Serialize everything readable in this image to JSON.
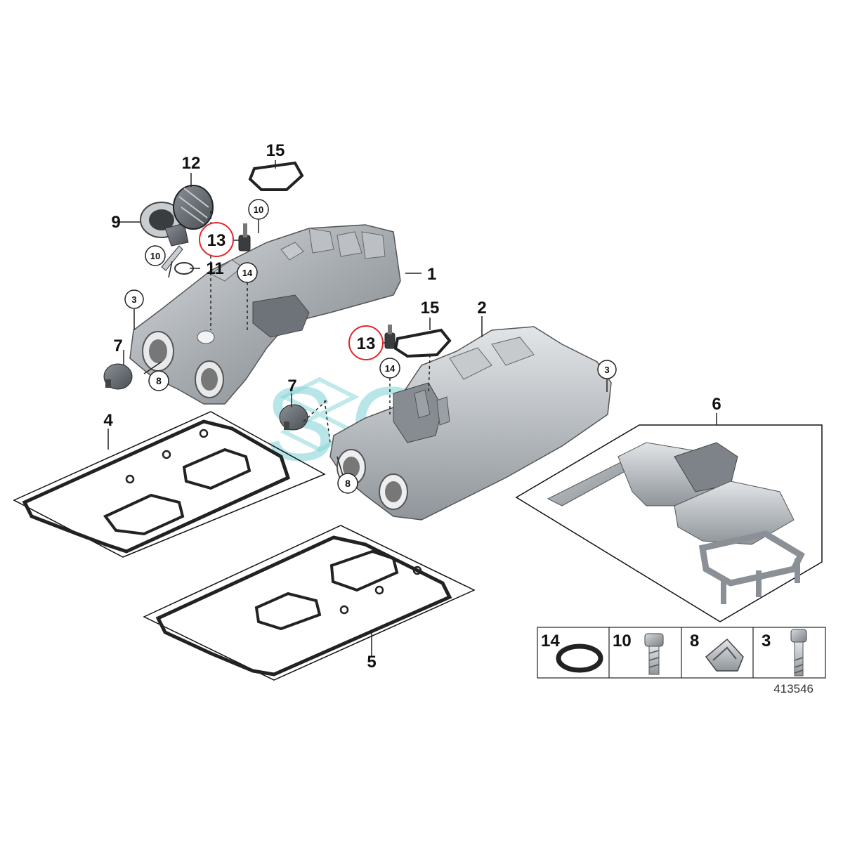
{
  "callouts": {
    "c1": "1",
    "c2": "2",
    "c3a": "3",
    "c3b": "3",
    "c4": "4",
    "c5": "5",
    "c6": "6",
    "c7a": "7",
    "c7b": "7",
    "c8a": "8",
    "c8b": "8",
    "c9": "9",
    "c10a": "10",
    "c10b": "10",
    "c11": "11",
    "c12": "12",
    "c13a": "13",
    "c13b": "13",
    "c14a": "14",
    "c14b": "14",
    "c15a": "15",
    "c15b": "15"
  },
  "legend": [
    {
      "num": "14",
      "part": "o-ring-icon"
    },
    {
      "num": "10",
      "part": "bolt-icon"
    },
    {
      "num": "8",
      "part": "clip-icon"
    },
    {
      "num": "3",
      "part": "stud-bolt-icon"
    }
  ],
  "diagram_number": "413546",
  "watermark": "SOL",
  "colors": {
    "highlight": "#e0262b",
    "line": "#1a1a1a",
    "metal": "#9aa0a6"
  }
}
